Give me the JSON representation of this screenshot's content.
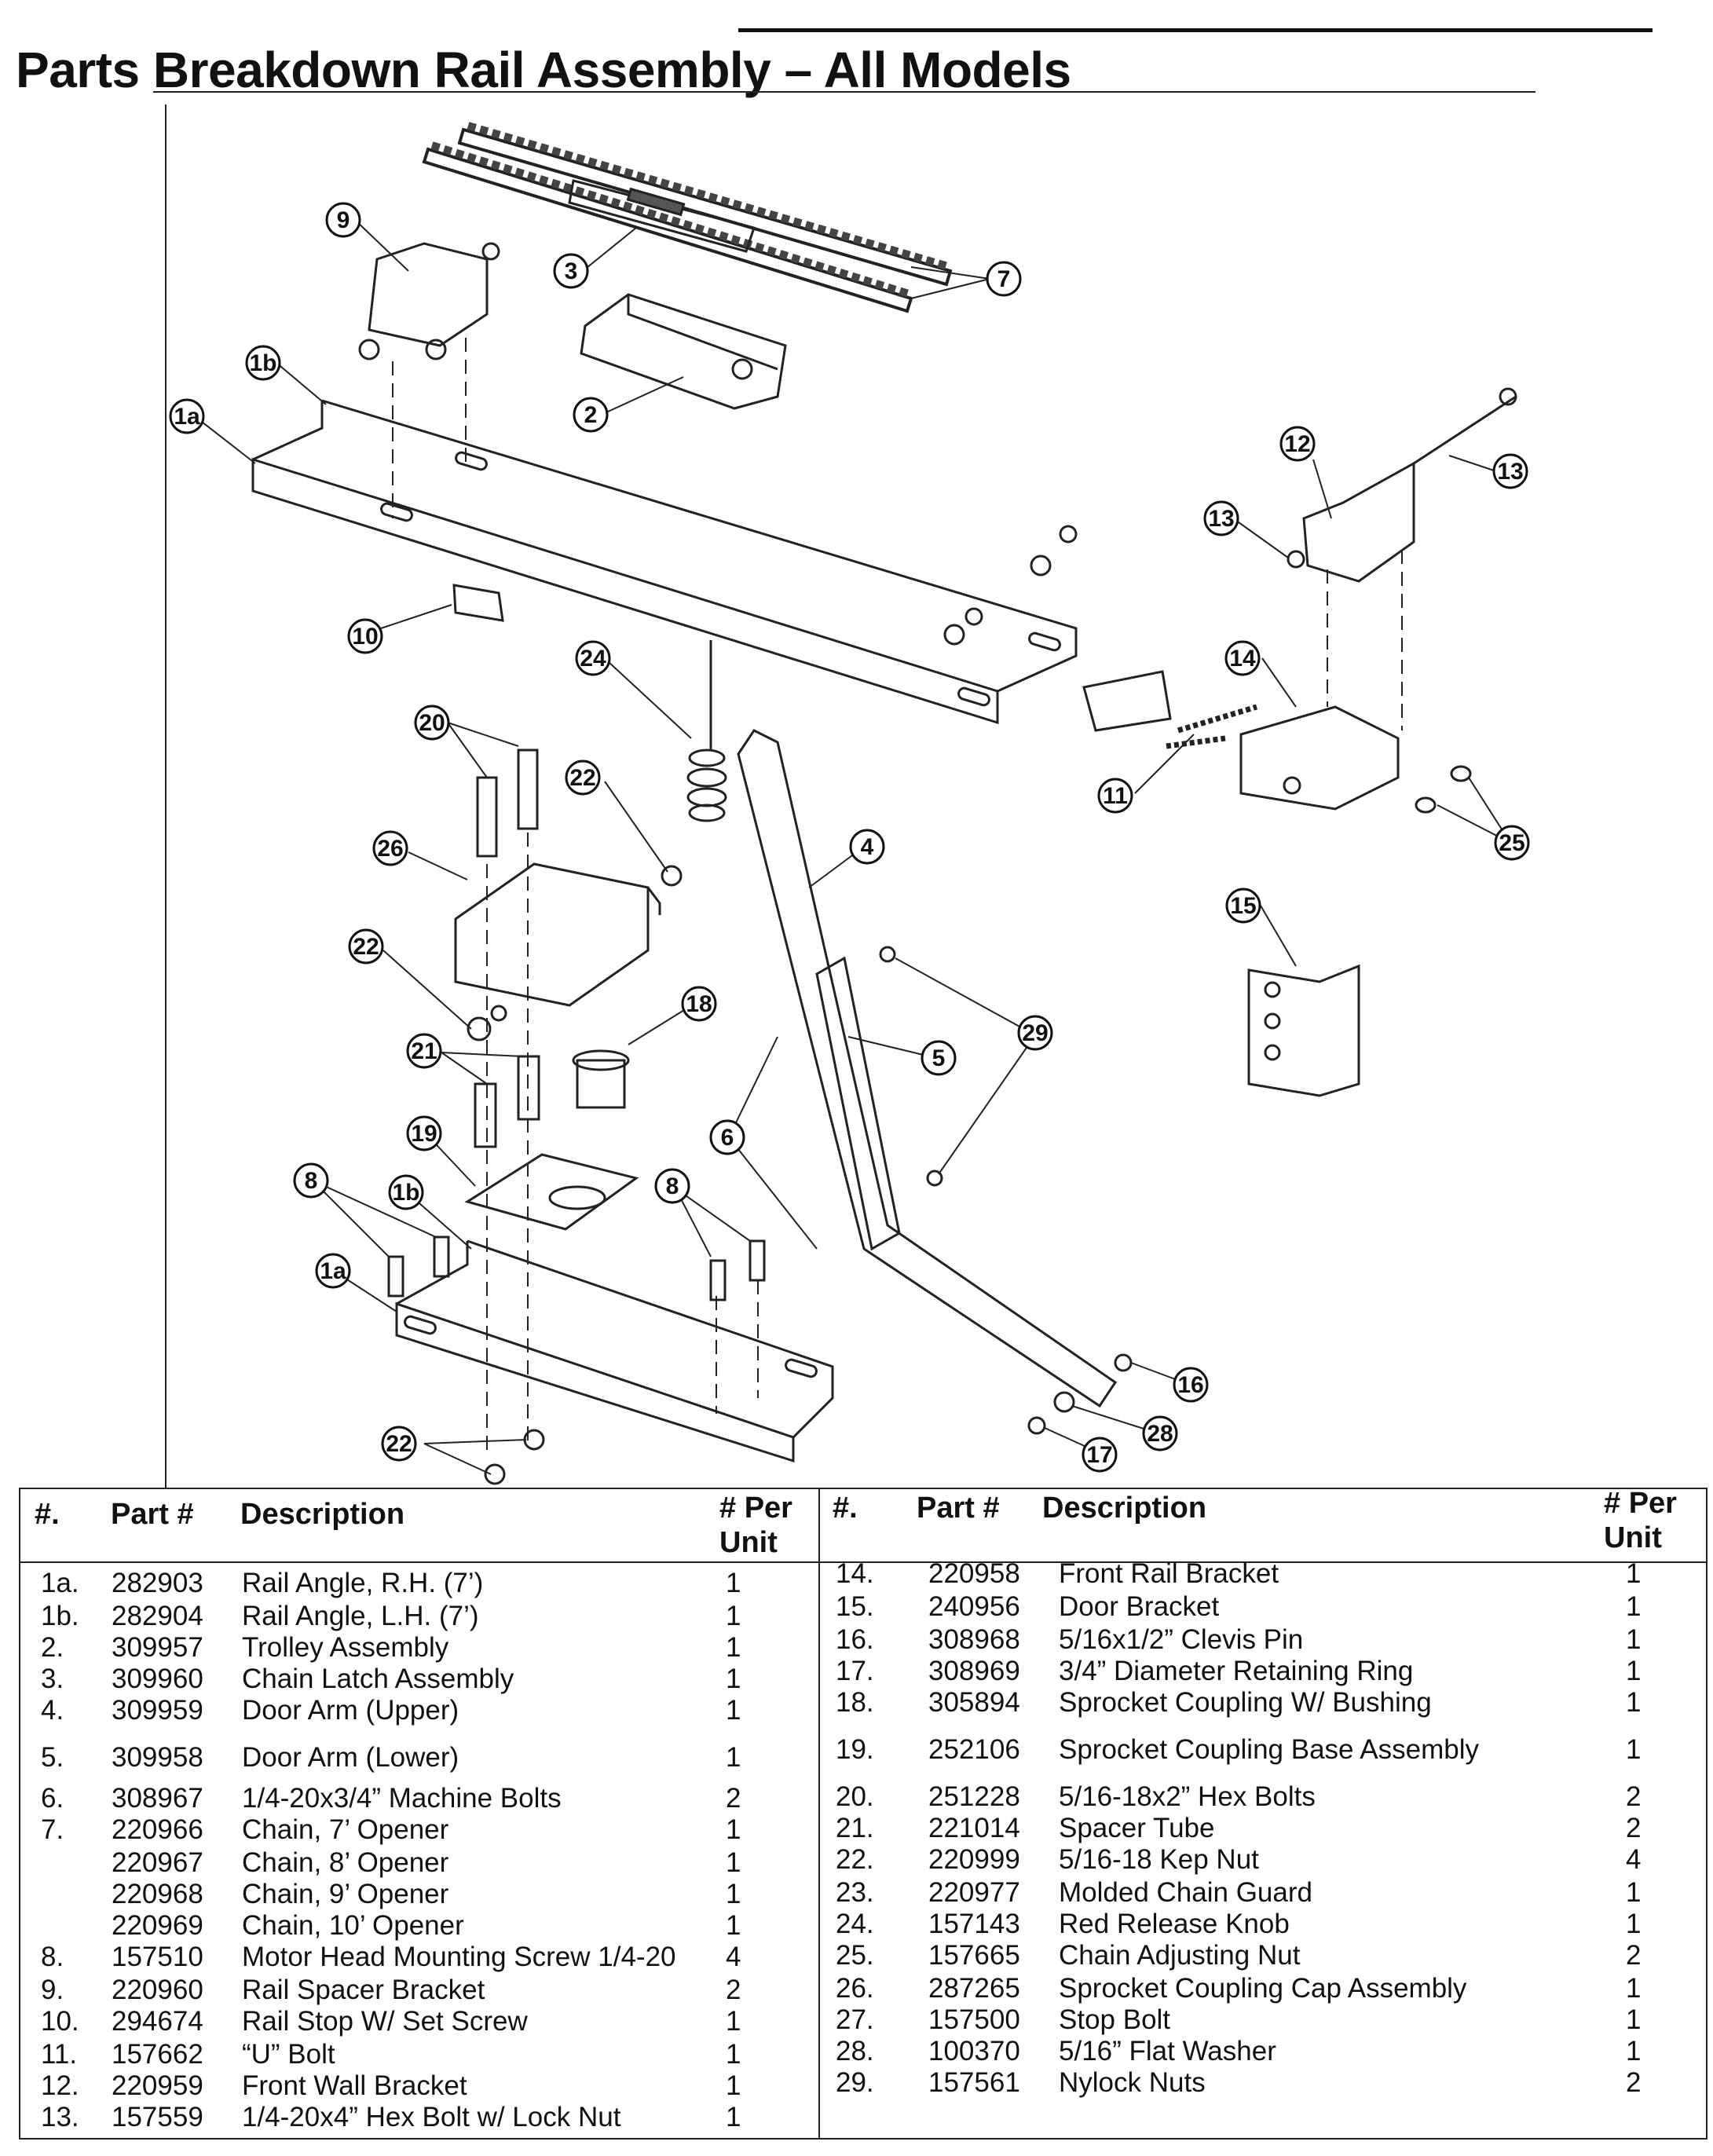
{
  "title": "Parts Breakdown Rail Assembly – All Models",
  "callouts": [
    "9",
    "3",
    "7",
    "1b",
    "1a",
    "2",
    "12",
    "13",
    "13",
    "10",
    "24",
    "14",
    "20",
    "22",
    "11",
    "25",
    "26",
    "4",
    "15",
    "22",
    "18",
    "21",
    "29",
    "5",
    "19",
    "6",
    "8",
    "1b",
    "8",
    "1a",
    "16",
    "22",
    "28",
    "17"
  ],
  "table": {
    "headers": {
      "num": "#.",
      "part": "Part #",
      "desc": "Description",
      "qty": "# Per Unit"
    },
    "left_rows": [
      {
        "num": "1a.",
        "part": "282903",
        "desc": "Rail Angle, R.H. (7’)",
        "qty": "1"
      },
      {
        "num": "1b.",
        "part": "282904",
        "desc": "Rail Angle, L.H. (7’)",
        "qty": "1"
      },
      {
        "num": "2.",
        "part": "309957",
        "desc": "Trolley Assembly",
        "qty": "1"
      },
      {
        "num": "3.",
        "part": "309960",
        "desc": "Chain Latch Assembly",
        "qty": "1"
      },
      {
        "num": "4.",
        "part": "309959",
        "desc": "Door Arm (Upper)",
        "qty": "1"
      },
      {
        "num": "5.",
        "part": "309958",
        "desc": "Door Arm (Lower)",
        "qty": "1"
      },
      {
        "num": "6.",
        "part": "308967",
        "desc": "1/4-20x3/4” Machine Bolts",
        "qty": "2"
      },
      {
        "num": "7.",
        "part": "220966",
        "desc": "Chain, 7’ Opener",
        "qty": "1"
      },
      {
        "num": "",
        "part": "220967",
        "desc": "Chain, 8’ Opener",
        "qty": "1"
      },
      {
        "num": "",
        "part": "220968",
        "desc": "Chain, 9’ Opener",
        "qty": "1"
      },
      {
        "num": "",
        "part": "220969",
        "desc": "Chain, 10’ Opener",
        "qty": "1"
      },
      {
        "num": "8.",
        "part": "157510",
        "desc": "Motor Head Mounting Screw 1/4-20",
        "qty": "4"
      },
      {
        "num": "9.",
        "part": "220960",
        "desc": "Rail Spacer Bracket",
        "qty": "2"
      },
      {
        "num": "10.",
        "part": "294674",
        "desc": "Rail Stop W/ Set Screw",
        "qty": "1"
      },
      {
        "num": "11.",
        "part": "157662",
        "desc": "“U” Bolt",
        "qty": "1"
      },
      {
        "num": "12.",
        "part": "220959",
        "desc": "Front Wall Bracket",
        "qty": "1"
      },
      {
        "num": "13.",
        "part": "157559",
        "desc": "1/4-20x4” Hex Bolt w/ Lock Nut",
        "qty": "1"
      }
    ],
    "right_rows": [
      {
        "num": "14.",
        "part": "220958",
        "desc": "Front Rail Bracket",
        "qty": "1"
      },
      {
        "num": "15.",
        "part": "240956",
        "desc": "Door Bracket",
        "qty": "1"
      },
      {
        "num": "16.",
        "part": "308968",
        "desc": "5/16x1/2” Clevis Pin",
        "qty": "1"
      },
      {
        "num": "17.",
        "part": "308969",
        "desc": "3/4” Diameter Retaining Ring",
        "qty": "1"
      },
      {
        "num": "18.",
        "part": "305894",
        "desc": "Sprocket Coupling W/ Bushing",
        "qty": "1"
      },
      {
        "num": "19.",
        "part": "252106",
        "desc": "Sprocket Coupling Base Assembly",
        "qty": "1"
      },
      {
        "num": "20.",
        "part": "251228",
        "desc": "5/16-18x2” Hex Bolts",
        "qty": "2"
      },
      {
        "num": "21.",
        "part": "221014",
        "desc": "Spacer Tube",
        "qty": "2"
      },
      {
        "num": "22.",
        "part": "220999",
        "desc": "5/16-18 Kep Nut",
        "qty": "4"
      },
      {
        "num": "23.",
        "part": "220977",
        "desc": "Molded Chain Guard",
        "qty": "1"
      },
      {
        "num": "24.",
        "part": "157143",
        "desc": "Red Release Knob",
        "qty": "1"
      },
      {
        "num": "25.",
        "part": "157665",
        "desc": "Chain Adjusting Nut",
        "qty": "2"
      },
      {
        "num": "26.",
        "part": "287265",
        "desc": "Sprocket Coupling Cap Assembly",
        "qty": "1"
      },
      {
        "num": "27.",
        "part": "157500",
        "desc": "Stop Bolt",
        "qty": "1"
      },
      {
        "num": "28.",
        "part": "100370",
        "desc": "5/16” Flat Washer",
        "qty": "1"
      },
      {
        "num": "29.",
        "part": "157561",
        "desc": "Nylock Nuts",
        "qty": "2"
      }
    ]
  }
}
